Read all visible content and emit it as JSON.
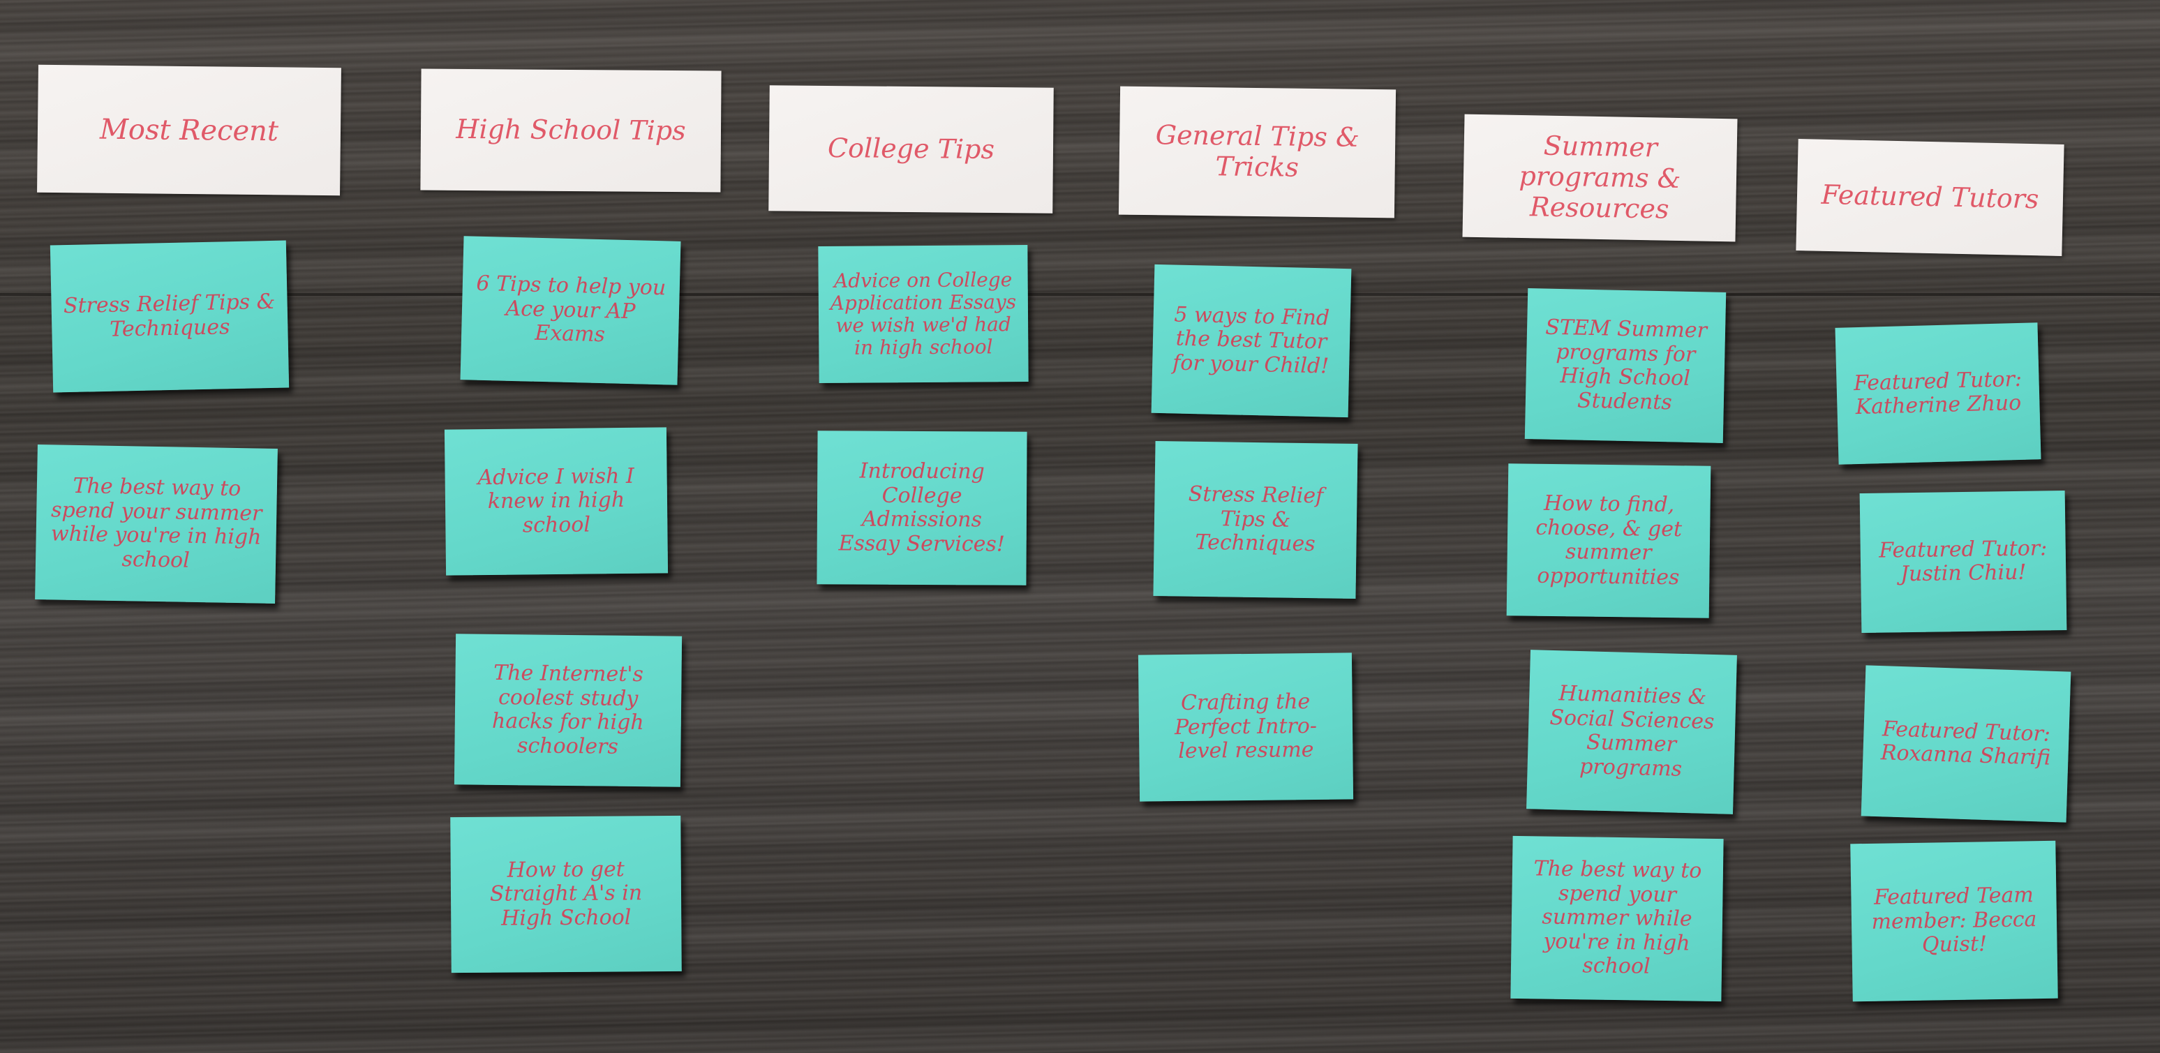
{
  "columns": [
    {
      "header": "Most Recent",
      "notes": [
        "Stress Relief Tips & Techniques",
        "The best way to spend your summer while you're in high school"
      ]
    },
    {
      "header": "High School Tips",
      "notes": [
        "6 Tips to help you Ace your AP Exams",
        "Advice I wish I knew in high school",
        "The Internet's coolest study hacks for high schoolers",
        "How to get Straight A's in High School"
      ]
    },
    {
      "header": "College Tips",
      "notes": [
        "Advice on College Application Essays we wish we'd had in high school",
        "Introducing College Admissions Essay Services!"
      ]
    },
    {
      "header": "General Tips & Tricks",
      "notes": [
        "5 ways to Find the best Tutor for your Child!",
        "Stress Relief Tips & Techniques",
        "Crafting the Perfect Intro-level resume"
      ]
    },
    {
      "header": "Summer programs & Resources",
      "notes": [
        "STEM Summer programs for High School Students",
        "How to find, choose, & get summer opportunities",
        "Humanities & Social Sciences Summer programs",
        "The best way to spend your summer while you're in high school"
      ]
    },
    {
      "header": "Featured Tutors",
      "notes": [
        "Featured Tutor: Katherine Zhuo",
        "Featured Tutor: Justin Chiu!",
        "Featured Tutor: Roxanna Sharifi",
        "Featured Team member: Becca Quist!"
      ]
    }
  ],
  "colors": {
    "table": "#423e3a",
    "header_card": "#f3f0ee",
    "sticky_note": "#66d9cb",
    "ink": "#d9505f"
  }
}
